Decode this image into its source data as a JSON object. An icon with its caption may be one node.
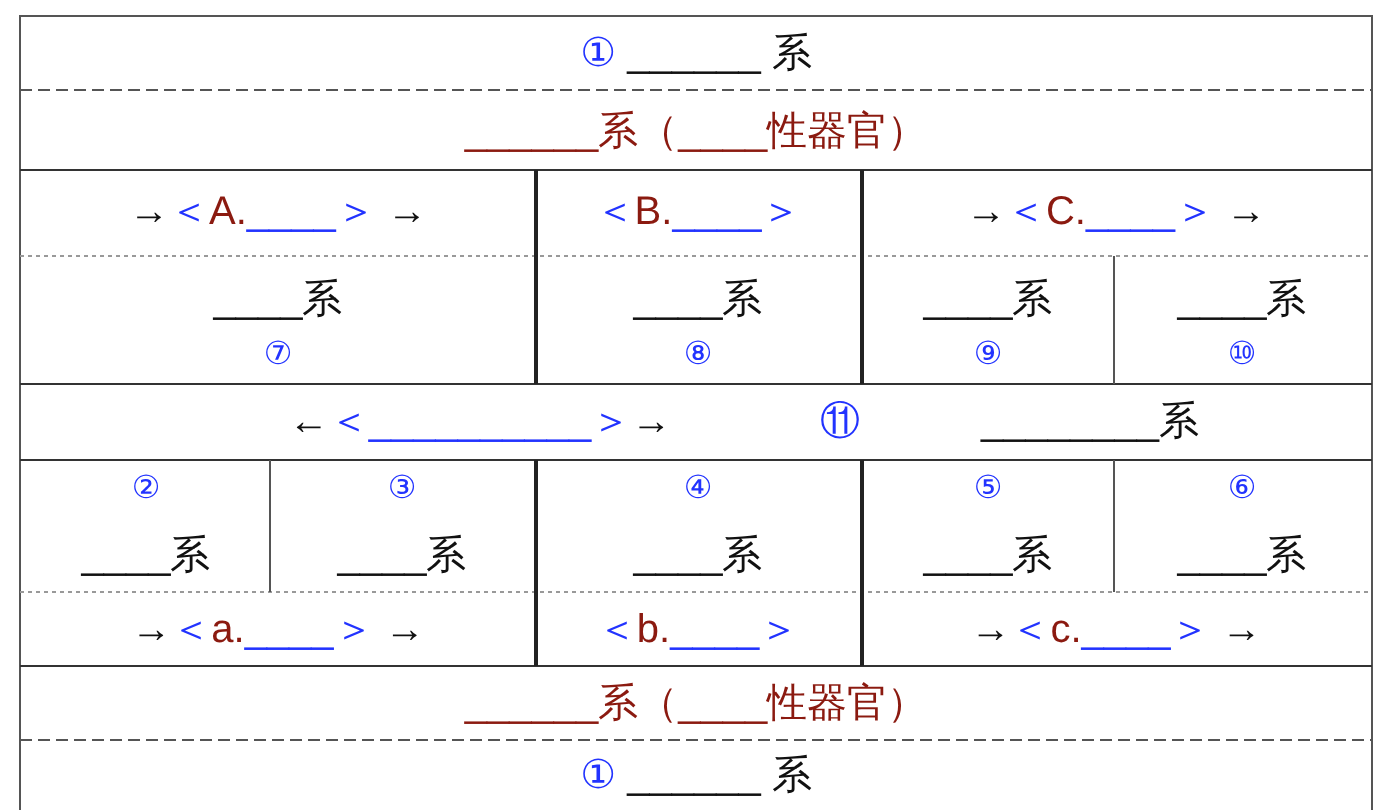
{
  "diagram": {
    "labels": [
      "① ______ 系",
      "______系（____性器官）",
      "→＜A.____＞ →",
      "＜B.____＞",
      "→＜C.____＞ →",
      "____系",
      "⑦",
      "____系",
      "⑧",
      "____系",
      "⑨",
      "____系",
      "⑩",
      "←＜__________＞→",
      "⑪",
      "________系",
      "②",
      "____系",
      "③",
      "____系",
      "④",
      "____系",
      "⑤",
      "____系",
      "⑥",
      "____系",
      "→＜a.____＞ →",
      "＜b.____＞",
      "→＜c.____＞ →",
      "______系（____性器官）",
      "① ______ 系"
    ]
  }
}
